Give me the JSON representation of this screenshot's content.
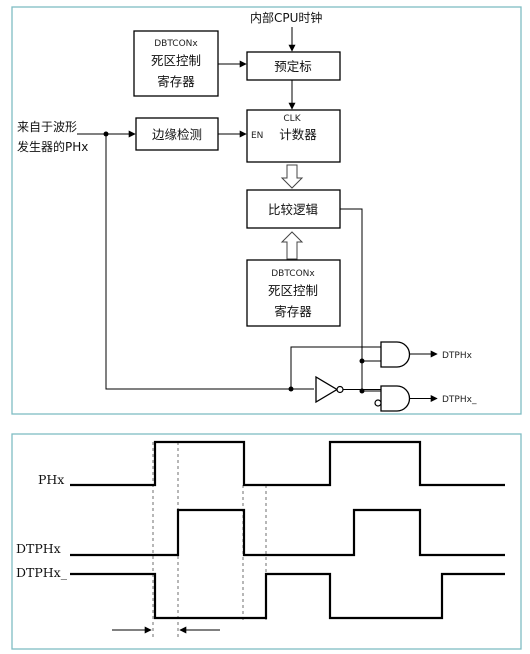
{
  "block_diagram": {
    "clock_source_label": "内部CPU时钟",
    "input_label_line1": "来自于波形",
    "input_label_line2": "发生器的PHx",
    "dbtcon_upper": {
      "title": "DBTCONx",
      "line1": "死区控制",
      "line2": "寄存器"
    },
    "prescaler_label": "预定标",
    "edge_detect_label": "边缘检测",
    "counter": {
      "clk": "CLK",
      "en": "EN",
      "label": "计数器"
    },
    "compare_logic_label": "比较逻辑",
    "dbtcon_lower": {
      "title": "DBTCONx",
      "line1": "死区控制",
      "line2": "寄存器"
    },
    "output_high": "DTPHx",
    "output_low": "DTPHx_"
  },
  "timing_diagram": {
    "signals": [
      "PHx",
      "DTPHx",
      "DTPHx_"
    ]
  },
  "colors": {
    "frame_border": "#7fbcc4",
    "line": "#000000"
  }
}
